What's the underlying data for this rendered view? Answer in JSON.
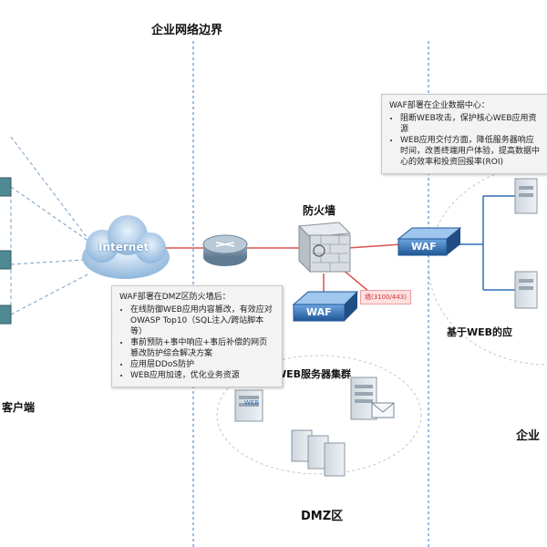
{
  "labels": {
    "enterprise_boundary": "企业网络边界",
    "internet": "Internet",
    "firewall": "防火墙",
    "waf": "WAF",
    "dmz": "DMZ区",
    "web_cluster": "WEB服务器集群",
    "web_app": "基于WEB的应",
    "enterprise": "企业",
    "client": "客户端",
    "red_tag": "墙(3100/443)",
    "web_tag": "WEB"
  },
  "callout_dmz": {
    "title": "WAF部署在DMZ区防火墙后：",
    "items": [
      "在线防御WEB应用内容篡改，有效应对OWASP Top10（SQL注入/跨站脚本等）",
      "事前预防+事中响应+事后补偿的网页篡改防护综合解决方案",
      "应用层DDoS防护",
      "WEB应用加速，优化业务资源"
    ]
  },
  "callout_dc": {
    "title": "WAF部署在企业数据中心：",
    "items": [
      "阻断WEB攻击，保护核心WEB应用资源",
      "WEB应用交付方面，降低服务器响应时间，改善终端用户体验，提高数据中心的效率和投资回报率(ROI)"
    ]
  },
  "colors": {
    "link_red": "#d9534f",
    "dashed_link": "#7aa0c4",
    "boundary_line": "#3a78c2",
    "waf_blue": "#2f6fb3"
  },
  "icons": [
    "cloud-icon",
    "router-icon",
    "firewall-icon",
    "waf-device-icon",
    "server-icon",
    "client-pc-icon",
    "email-icon"
  ]
}
